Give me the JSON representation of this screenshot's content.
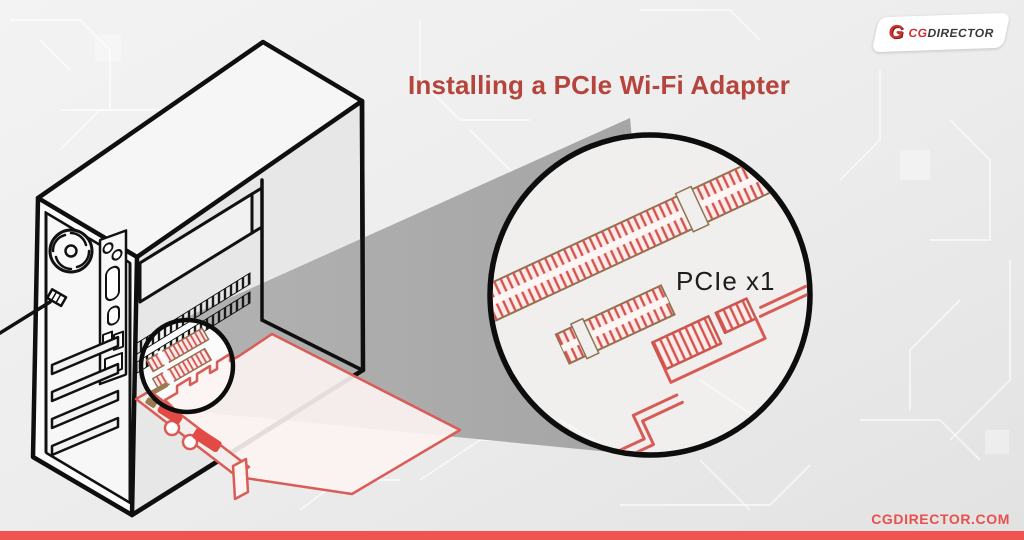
{
  "title": "Installing a PCIe Wi-Fi Adapter",
  "callout": {
    "label": "PCIe x1"
  },
  "logo": {
    "monogram": "G",
    "brand_cg": "CG",
    "brand_director": "DIRECTOR"
  },
  "footer": {
    "url": "CGDIRECTOR.COM"
  },
  "colors": {
    "title_red": "#b5443c",
    "brand_red": "#cc3430",
    "footer_red": "#e8504c",
    "bar_red": "#f15352",
    "line_red": "#da5c56",
    "slot_outline_tan": "#8d7452",
    "beam_gray": "#ababab",
    "ink": "#111111",
    "background": "#ededed"
  }
}
